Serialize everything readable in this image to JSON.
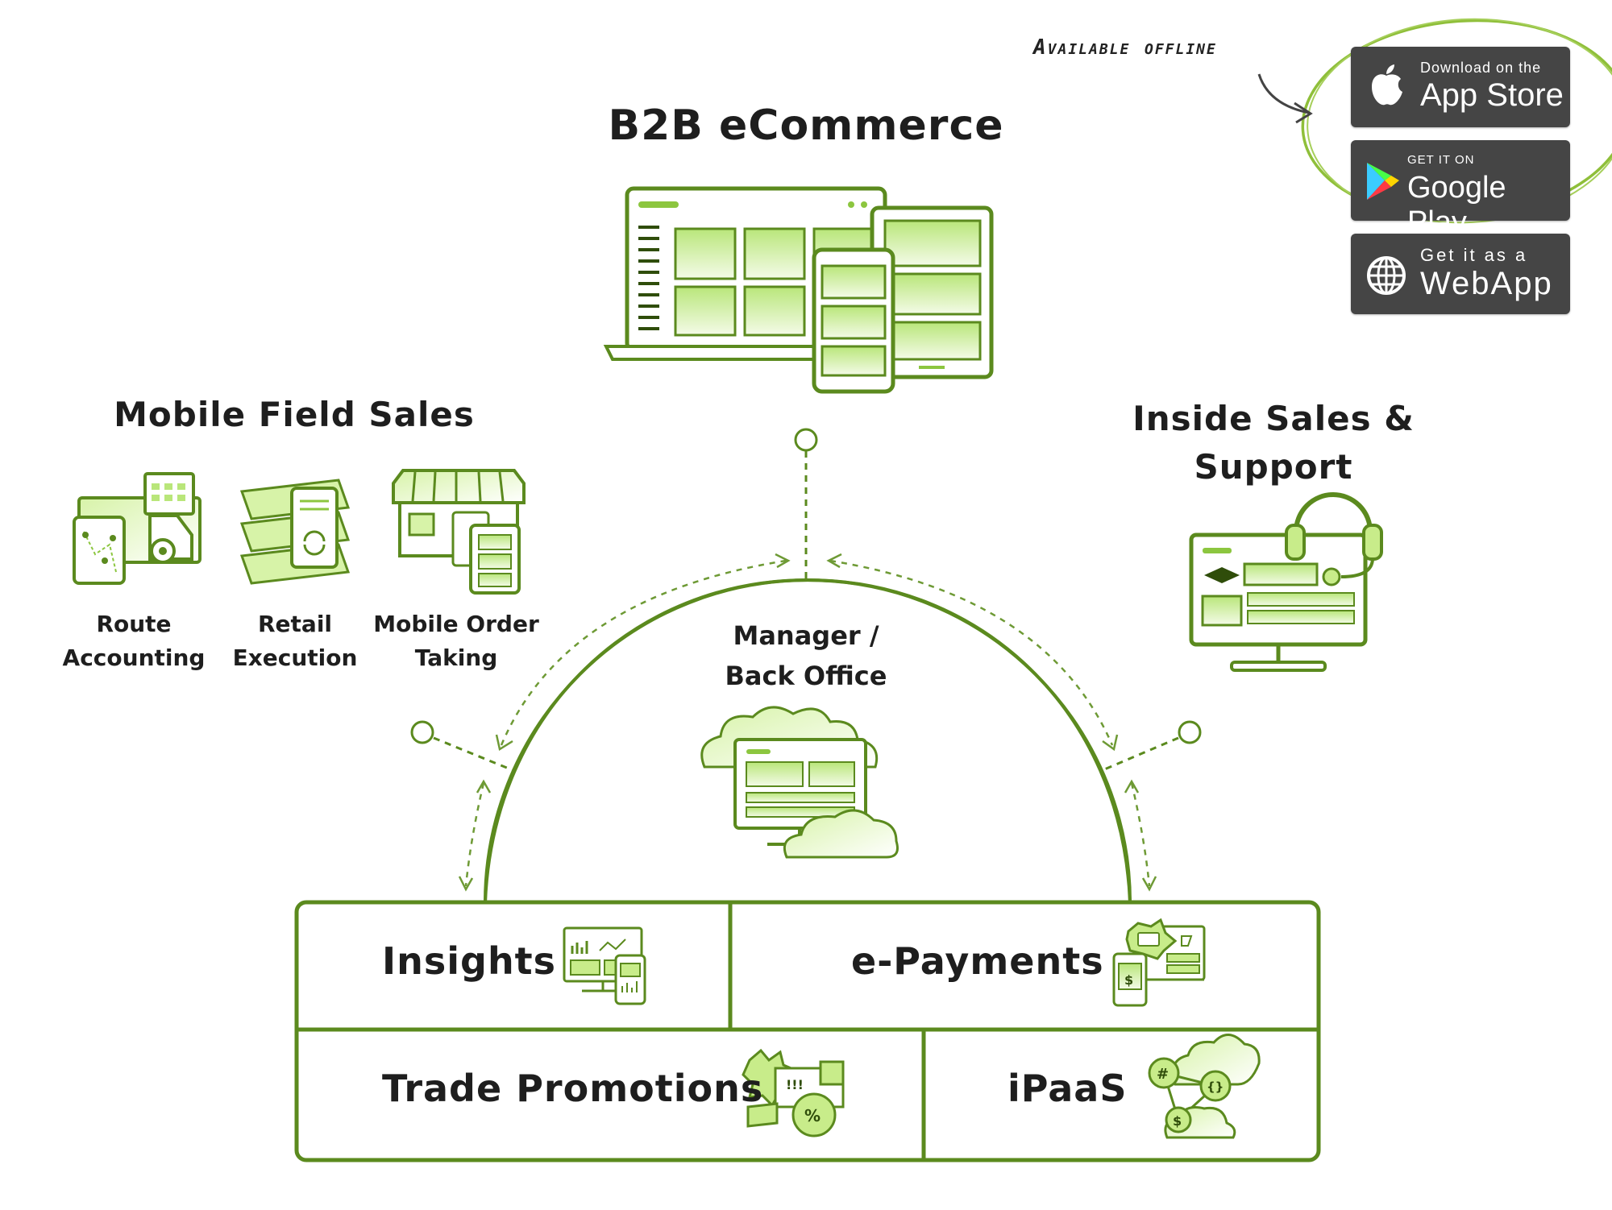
{
  "header": {
    "title": "B2B eCommerce"
  },
  "offline_note": "Available offline",
  "store_buttons": [
    {
      "small": "Download on the",
      "big": "App Store",
      "icon": "apple-icon"
    },
    {
      "small": "GET IT ON",
      "big": "Google Play",
      "icon": "google-play-icon"
    },
    {
      "small": "Get it as a",
      "big": "WebApp",
      "icon": "globe-icon"
    }
  ],
  "mobile_field_sales": {
    "title": "Mobile Field Sales",
    "items": [
      {
        "line1": "Route",
        "line2": "Accounting",
        "icon": "route-truck-icon"
      },
      {
        "line1": "Retail",
        "line2": "Execution",
        "icon": "retail-shelf-icon"
      },
      {
        "line1": "Mobile Order",
        "line2": "Taking",
        "icon": "store-tablet-icon"
      }
    ]
  },
  "inside_sales": {
    "line1": "Inside Sales &",
    "line2": "Support",
    "icon": "headset-monitor-icon"
  },
  "manager": {
    "line1": "Manager /",
    "line2": "Back Office",
    "icon": "cloud-monitor-icon"
  },
  "modules": [
    {
      "label": "Insights",
      "icon": "insights-dashboard-icon"
    },
    {
      "label": "e-Payments",
      "icon": "payments-icon"
    },
    {
      "label": "Trade Promotions",
      "icon": "promotions-icon"
    },
    {
      "label": "iPaaS",
      "icon": "integration-network-icon"
    }
  ],
  "colors": {
    "accent": "#5b8a1e",
    "light_green": "#c8ec8a",
    "pale_green": "#eaf8d2",
    "button_bg": "#454545",
    "text": "#1e1e1e"
  }
}
